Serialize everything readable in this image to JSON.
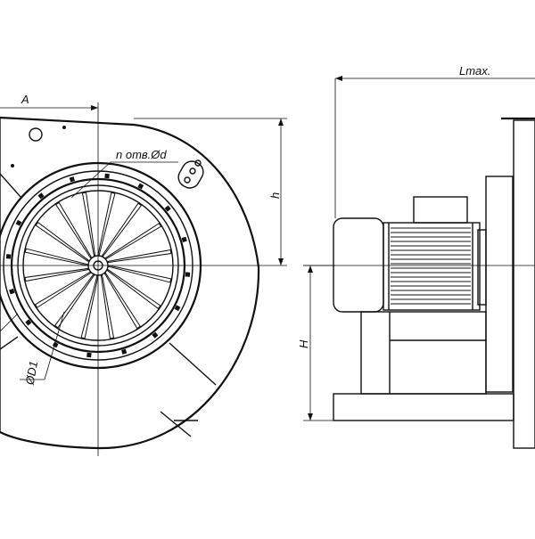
{
  "labels": {
    "dim_a": "A",
    "dim_h": "h",
    "dim_H": "H",
    "dim_lmax": "Lmax.",
    "holes": "n отв.Ød",
    "d1": "ØD1"
  }
}
